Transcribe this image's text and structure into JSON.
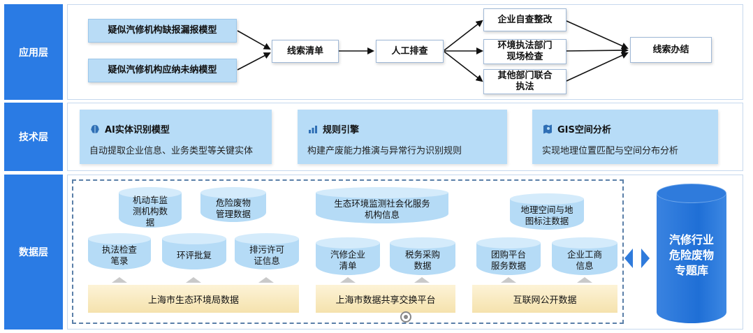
{
  "layers": {
    "app": "应用层",
    "tech": "技术层",
    "data": "数据层"
  },
  "app": {
    "model1": "疑似汽修机构缺报漏报模型",
    "model2": "疑似汽修机构应纳未纳模型",
    "clue_list": "线索清单",
    "manual_check": "人工排查",
    "self_check": "企业自查整改",
    "env_dept_line1": "环境执法部门",
    "env_dept_line2": "现场检查",
    "other_dept_line1": "其他部门联合",
    "other_dept_line2": "执法",
    "clue_done": "线索办结"
  },
  "tech": {
    "cards": [
      {
        "title": "AI实体识别模型",
        "desc": "自动提取企业信息、业务类型等关键实体",
        "icon": "brain-icon"
      },
      {
        "title": "规则引擎",
        "desc": "构建产废能力推演与异常行为识别规则",
        "icon": "rules-chart-icon"
      },
      {
        "title": "GIS空间分析",
        "desc": "实现地理位置匹配与空间分布分析",
        "icon": "map-pin-icon"
      }
    ]
  },
  "data": {
    "db": {
      "vehicle_station_l1": "机动车监",
      "vehicle_station_l2": "测机构数",
      "vehicle_station_l3": "据",
      "hazwaste_l1": "危险废物",
      "hazwaste_l2": "管理数据",
      "enforce_l1": "执法检查",
      "enforce_l2": "笔录",
      "eia": "环评批复",
      "permit_l1": "排污许可",
      "permit_l2": "证信息",
      "eco_service_l1": "生态环境监测社会化服务",
      "eco_service_l2": "机构信息",
      "auto_list_l1": "汽修企业",
      "auto_list_l2": "清单",
      "tax_l1": "税务采购",
      "tax_l2": "数据",
      "geo_l1": "地理空间与地",
      "geo_l2": "图标注数据",
      "group_l1": "团购平台",
      "group_l2": "服务数据",
      "biz_l1": "企业工商",
      "biz_l2": "信息"
    },
    "sources": {
      "eco_bureau": "上海市生态环境局数据",
      "share_platform": "上海市数据共享交换平台",
      "internet": "互联网公开数据"
    },
    "topic_db_l1": "汽修行业",
    "topic_db_l2": "危险废物",
    "topic_db_l3": "专题库"
  },
  "colors": {
    "layer_label": "#2a7be4",
    "app_model_fill": "#b9dcf6",
    "cylinder": "#b5dbf6",
    "source_bar": "#f5e2ad",
    "topic_db": "#1f6fd6"
  }
}
